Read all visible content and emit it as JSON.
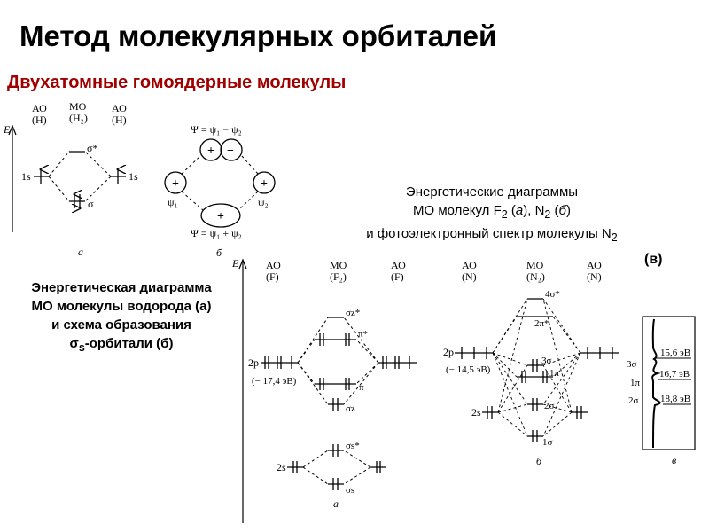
{
  "title": "Метод молекулярных орбиталей",
  "subtitle": "Двухатомные гомоядерные молекулы",
  "colors": {
    "subtitle": "#a00000",
    "text": "#000000"
  },
  "caption_right": {
    "line1": "Энергетические диаграммы",
    "line2_pre": "МО молекул F",
    "line2_sub1": "2",
    "line2_mid1": " (",
    "line2_a": "а",
    "line2_mid2": "), N",
    "line2_sub2": "2",
    "line2_mid3": " (",
    "line2_b": "б",
    "line2_post": ")",
    "line3_pre": "и фотоэлектронный спектр молекулы N",
    "line3_sub": "2",
    "line4": "(в)"
  },
  "caption_left": {
    "line1": "Энергетическая диаграмма",
    "line2": "МО молекулы водорода (а)",
    "line3": "и схема образования",
    "line4_sigma": "σ",
    "line4_sub": "s",
    "line4_post": "-орбитали (б)"
  },
  "diagram_h2": {
    "energy_axis": "E",
    "col_ao_left": "АО",
    "col_ao_left_atom": "(H)",
    "col_mo": "МО",
    "col_mo_mol": "(H₂)",
    "col_ao_right": "АО",
    "col_ao_right_atom": "(H)",
    "ao_left_label": "1s",
    "ao_right_label": "1s",
    "sigma_star": "σ*",
    "sigma": "σ",
    "panel": "а"
  },
  "diagram_orbitals": {
    "psi_minus": "Ψ = ψ₁ − ψ₂",
    "psi_plus": "Ψ = ψ₁ + ψ₂",
    "psi1": "ψ₁",
    "psi2": "ψ₂",
    "plus": "+",
    "minus": "−",
    "panel": "б"
  },
  "diagram_f2": {
    "energy_axis": "E",
    "col_ao_left": "АО",
    "col_ao_left_atom": "(F)",
    "col_mo": "МО",
    "col_mo_mol": "(F₂)",
    "col_ao_right": "АО",
    "col_ao_right_atom": "(F)",
    "level_2p": "2p",
    "level_2p_energy": "(− 17,4 эВ)",
    "level_2s": "2s",
    "sigma_z_star": "σz*",
    "pi_star": "π*",
    "pi": "π",
    "sigma_z": "σz",
    "sigma_s_star": "σs*",
    "sigma_s": "σs",
    "panel": "а"
  },
  "diagram_n2": {
    "col_ao_left": "АО",
    "col_ao_left_atom": "(N)",
    "col_mo": "МО",
    "col_mo_mol": "(N₂)",
    "col_ao_right": "АО",
    "col_ao_right_atom": "(N)",
    "level_2p": "2p",
    "level_2p_energy": "(− 14,5 эВ)",
    "level_2s": "2s",
    "mo_4sigma": "4σ*",
    "mo_2pi": "2π*",
    "mo_3sigma": "3σ",
    "mo_1pi": "1π",
    "mo_2sigma": "2σ",
    "mo_1sigma": "1σ",
    "panel": "б"
  },
  "spectrum_n2": {
    "peaks": [
      {
        "orbital": "3σ",
        "energy": "15,6 эВ"
      },
      {
        "orbital": "1π",
        "energy": "16,7 эВ"
      },
      {
        "orbital": "2σ",
        "energy": "18,8 эВ"
      }
    ],
    "panel": "в"
  }
}
